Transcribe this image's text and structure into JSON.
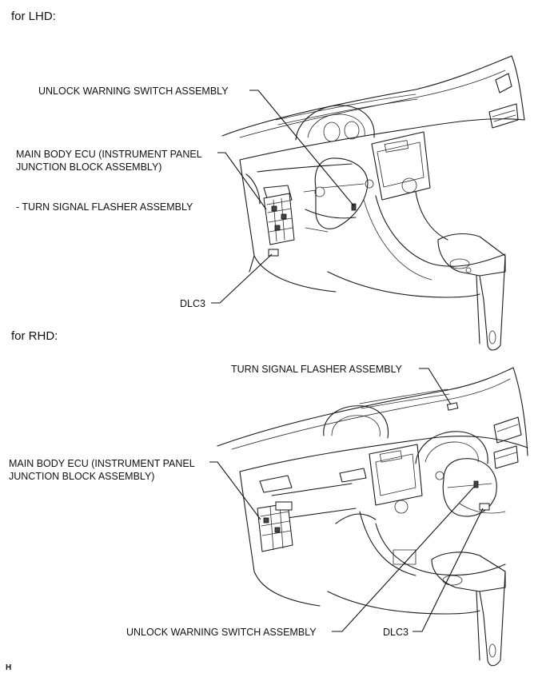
{
  "lhd": {
    "header": "for LHD:",
    "labels": {
      "unlock_warning": "UNLOCK WARNING SWITCH ASSEMBLY",
      "main_body_ecu_line1": "MAIN BODY ECU (INSTRUMENT PANEL",
      "main_body_ecu_line2": "JUNCTION BLOCK ASSEMBLY)",
      "turn_signal": "- TURN SIGNAL FLASHER ASSEMBLY",
      "dlc3": "DLC3"
    }
  },
  "rhd": {
    "header": "for RHD:",
    "labels": {
      "turn_signal": "TURN SIGNAL FLASHER ASSEMBLY",
      "main_body_ecu_line1": "MAIN BODY ECU (INSTRUMENT PANEL",
      "main_body_ecu_line2": "JUNCTION BLOCK ASSEMBLY)",
      "unlock_warning": "UNLOCK WARNING SWITCH ASSEMBLY",
      "dlc3": "DLC3"
    }
  },
  "footer_code": "H"
}
